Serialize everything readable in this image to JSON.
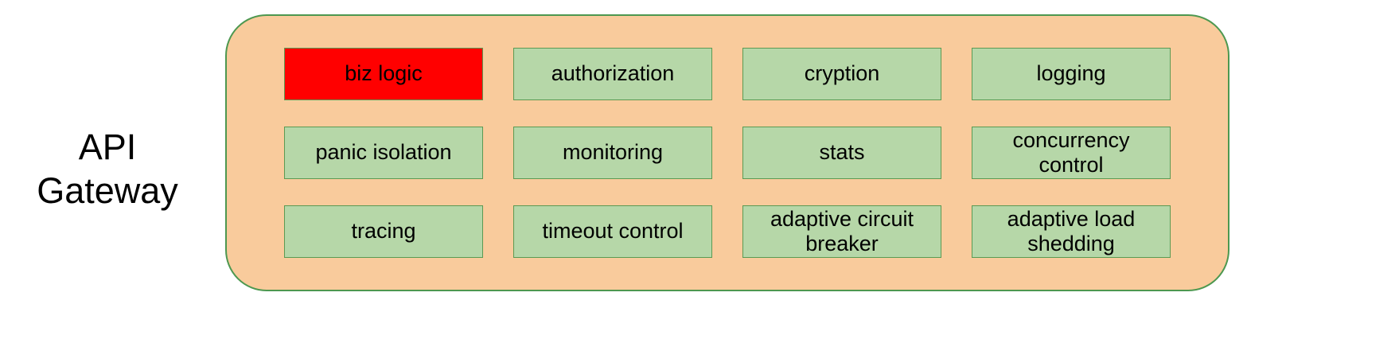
{
  "title": {
    "line1": "API",
    "line2": "Gateway"
  },
  "gateway": {
    "colors": {
      "container_fill": "#F9CB9C",
      "container_border": "#4D9850",
      "box_fill": "#B6D7A8",
      "box_border": "#5B9A53",
      "highlight_fill": "#FF0000",
      "text": "#000000"
    },
    "modules": [
      {
        "label": "biz logic",
        "highlight": true
      },
      {
        "label": "authorization",
        "highlight": false
      },
      {
        "label": "cryption",
        "highlight": false
      },
      {
        "label": "logging",
        "highlight": false
      },
      {
        "label": "panic isolation",
        "highlight": false
      },
      {
        "label": "monitoring",
        "highlight": false
      },
      {
        "label": "stats",
        "highlight": false
      },
      {
        "label": "concurrency control",
        "highlight": false
      },
      {
        "label": "tracing",
        "highlight": false
      },
      {
        "label": "timeout control",
        "highlight": false
      },
      {
        "label": "adaptive circuit breaker",
        "highlight": false
      },
      {
        "label": "adaptive load shedding",
        "highlight": false
      }
    ]
  }
}
